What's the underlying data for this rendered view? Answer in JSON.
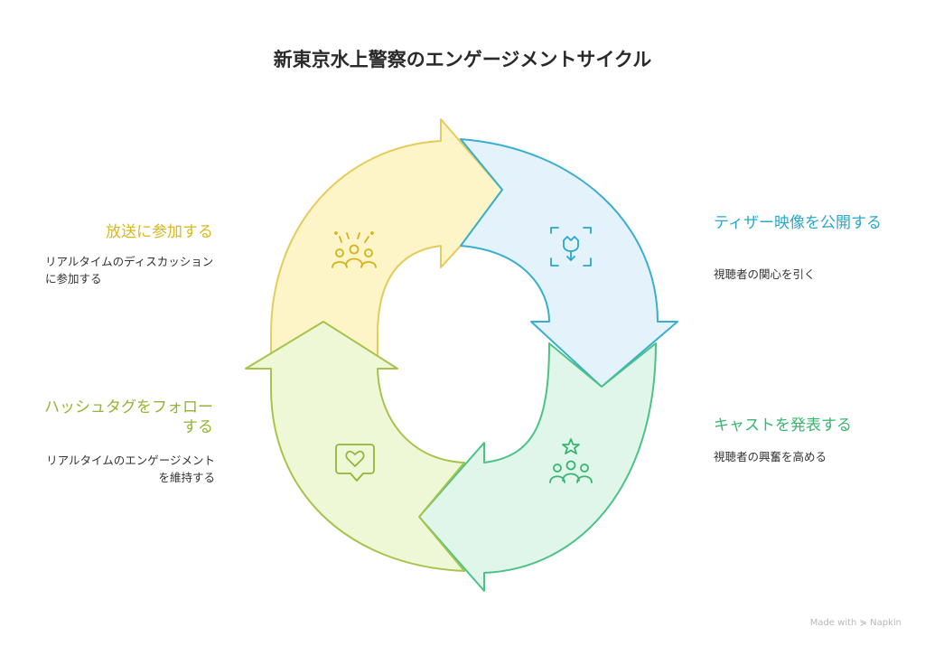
{
  "title": "新東京水上警察のエンゲージメントサイクル",
  "colors": {
    "teaser": "#2aa7c9",
    "cast": "#38b56e",
    "hashtag": "#92b535",
    "broadcast": "#d9b91e"
  },
  "stages": {
    "teaser": {
      "title": "ティザー映像を公開する",
      "description": "視聴者の関心を引く",
      "icon": "flower-frame-icon"
    },
    "cast": {
      "title": "キャストを発表する",
      "description": "視聴者の興奮を高める",
      "icon": "star-people-icon"
    },
    "hashtag": {
      "title": "ハッシュタグをフォローする",
      "description": "リアルタイムのエンゲージメントを維持する",
      "icon": "heart-message-icon"
    },
    "broadcast": {
      "title": "放送に参加する",
      "description": "リアルタイムのディスカッションに参加する",
      "icon": "celebrating-group-icon"
    }
  },
  "footer": {
    "made_with": "Made with",
    "brand": "Napkin"
  }
}
